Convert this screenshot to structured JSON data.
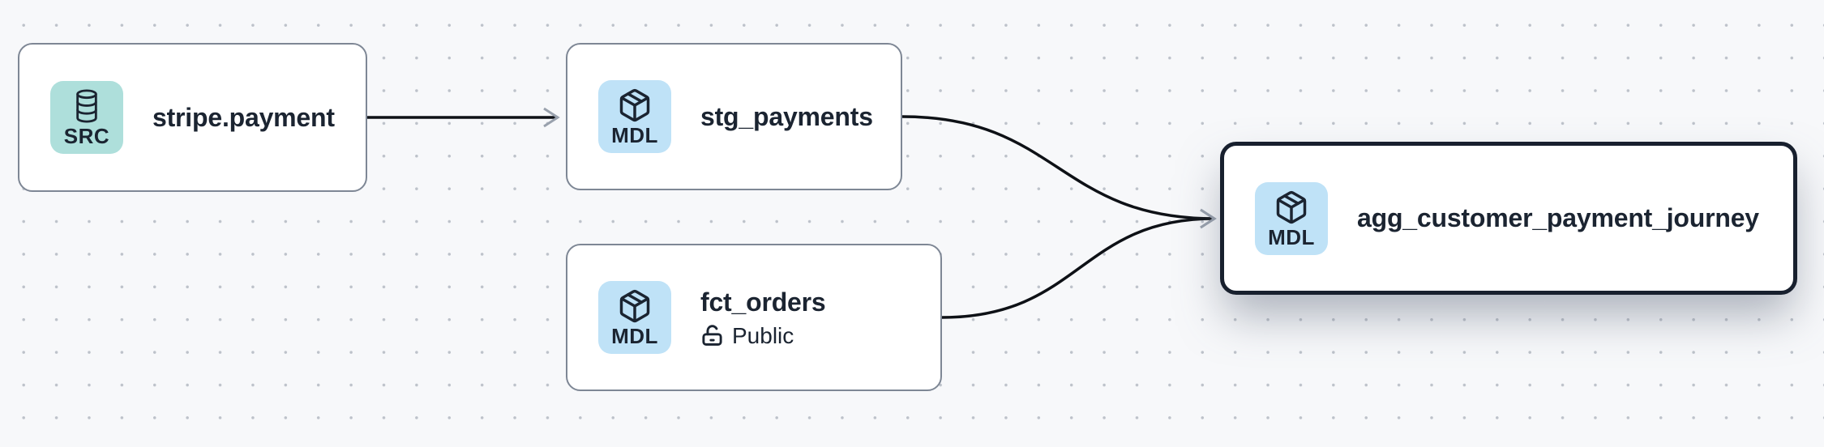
{
  "app": {
    "view": "data-lineage-graph"
  },
  "canvas": {
    "background": "#f7f8fa",
    "dot_color": "#bdc2ca"
  },
  "colors": {
    "node_background": "#ffffff",
    "node_border": "#7e8795",
    "selected_node_border": "#18202e",
    "edge": "#0e1116",
    "arrowhead": "#99a1ad",
    "text": "#1b2431",
    "source_badge_bg": "#aedfdb",
    "model_badge_bg": "#bfe2f7"
  },
  "nodes": [
    {
      "id": "stripe.payment",
      "title": "stripe.payment",
      "badge": "SRC",
      "type": "source",
      "icon": "database-icon",
      "selected": false
    },
    {
      "id": "stg_payments",
      "title": "stg_payments",
      "badge": "MDL",
      "type": "model",
      "icon": "cube-icon",
      "selected": false
    },
    {
      "id": "fct_orders",
      "title": "fct_orders",
      "badge": "MDL",
      "type": "model",
      "icon": "cube-icon",
      "access": "Public",
      "access_icon": "lock-open-icon",
      "selected": false
    },
    {
      "id": "agg_customer_payment_journey",
      "title": "agg_customer_payment_journey",
      "badge": "MDL",
      "type": "model",
      "icon": "cube-icon",
      "selected": true
    }
  ],
  "edges": [
    {
      "source": "stripe.payment",
      "target": "stg_payments"
    },
    {
      "source": "stg_payments",
      "target": "agg_customer_payment_journey"
    },
    {
      "source": "fct_orders",
      "target": "agg_customer_payment_journey"
    }
  ]
}
